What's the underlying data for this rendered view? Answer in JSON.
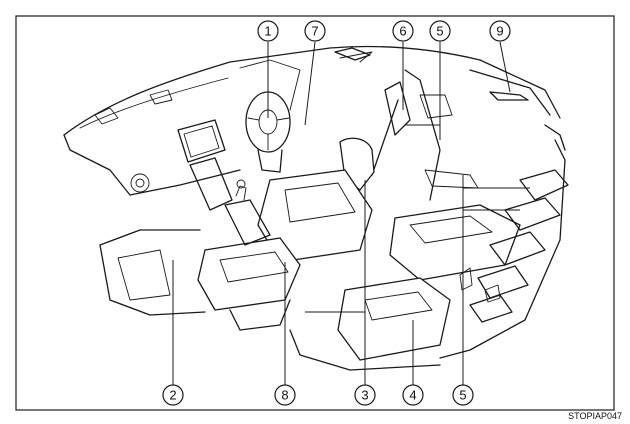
{
  "callouts": {
    "c1": "1",
    "c7": "7",
    "c6": "6",
    "c5_top": "5",
    "c9": "9",
    "c2": "2",
    "c8": "8",
    "c3": "3",
    "c4": "4",
    "c5_bottom": "5"
  },
  "figure_code": "STOPIAP047"
}
